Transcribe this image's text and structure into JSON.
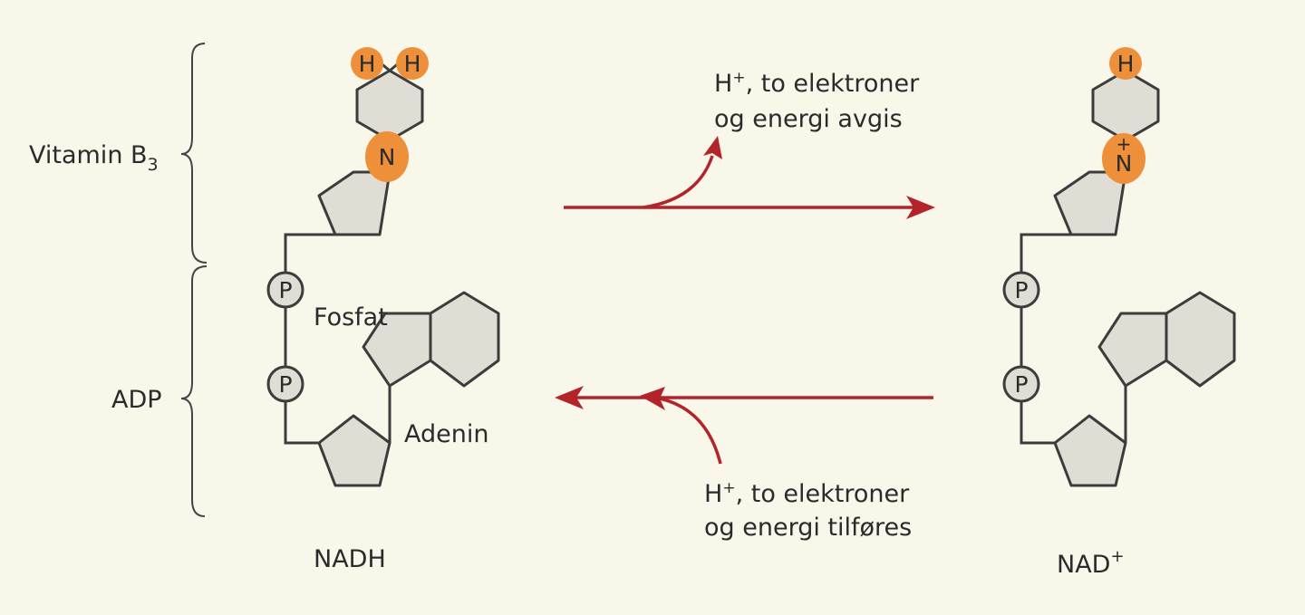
{
  "labels": {
    "vitamin_b3": "Vitamin B",
    "vitamin_b3_sub": "3",
    "adp": "ADP",
    "fosfat": "Fosfat",
    "adenin": "Adenin",
    "nadh": "NADH",
    "nad": "NAD",
    "nad_sup": "+"
  },
  "atoms": {
    "h": "H",
    "n": "N",
    "p": "P",
    "plus": "+"
  },
  "forward_arrow": {
    "line1_h": "H",
    "line1_sup": "+",
    "line1_rest": ", to elektroner",
    "line2": "og energi avgis"
  },
  "reverse_arrow": {
    "line1_h": "H",
    "line1_sup": "+",
    "line1_rest": ", to elektroner",
    "line2": "og energi tilføres"
  },
  "colors": {
    "arrow": "#b3242a",
    "atom_highlight": "#ee8f3a",
    "ring_fill": "#e0ddd4",
    "background": "#f9f6ea"
  }
}
